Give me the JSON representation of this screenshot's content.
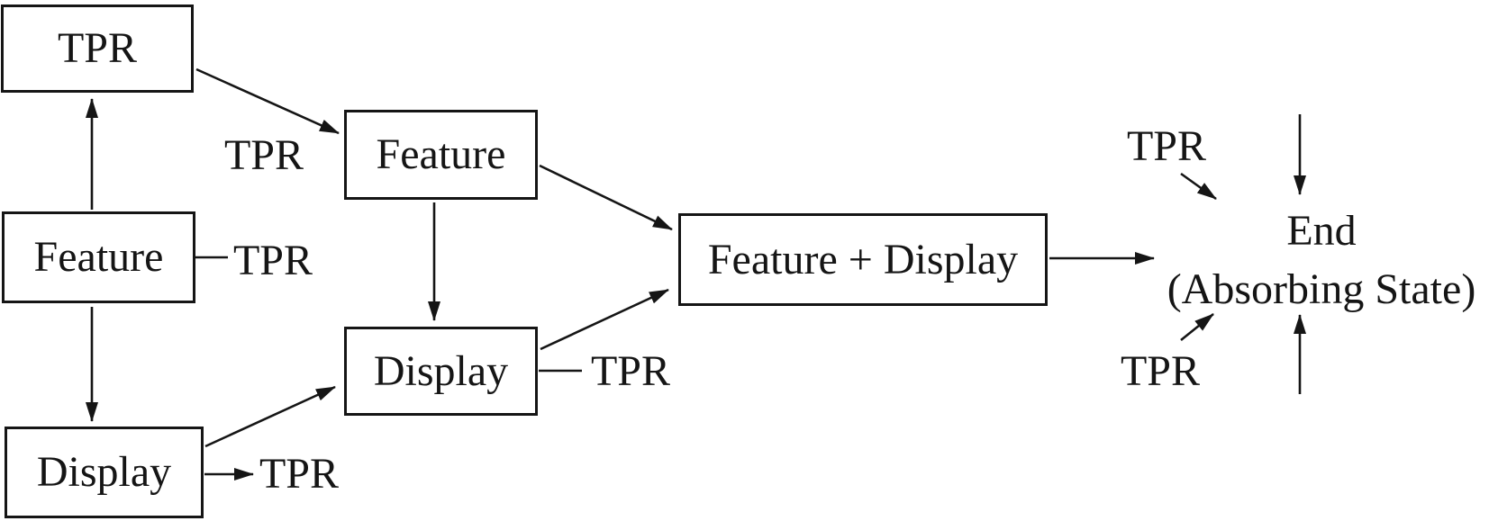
{
  "diagram": {
    "background_color": "#ffffff",
    "line_color": "#151515",
    "text_color": "#151515",
    "boxes": {
      "tpr_start": {
        "label": "TPR"
      },
      "feature_left": {
        "label": "Feature"
      },
      "display_left": {
        "label": "Display"
      },
      "feature_mid": {
        "label": "Feature"
      },
      "display_mid": {
        "label": "Display"
      },
      "feature_display": {
        "label": "Feature + Display"
      }
    },
    "edge_labels": {
      "tpr_on_tpr_to_feature": "TPR",
      "tpr_off_feature_left": "TPR",
      "tpr_off_display_left": "TPR",
      "tpr_off_display_mid": "TPR",
      "tpr_end_top": "TPR",
      "tpr_end_bottom": "TPR"
    },
    "end_state": {
      "title": "End",
      "subtitle": "(Absorbing State)"
    },
    "edges": [
      {
        "from": "feature_left",
        "to": "tpr_start",
        "arrowhead": true
      },
      {
        "from": "tpr_start",
        "to": "feature_mid",
        "arrowhead": true,
        "label": "TPR"
      },
      {
        "from": "feature_left",
        "to": "TPR",
        "arrowhead": false
      },
      {
        "from": "feature_left",
        "to": "display_left",
        "arrowhead": true
      },
      {
        "from": "display_left",
        "to": "TPR",
        "arrowhead": true
      },
      {
        "from": "display_left",
        "to": "display_mid",
        "arrowhead": true
      },
      {
        "from": "feature_mid",
        "to": "display_mid",
        "arrowhead": true
      },
      {
        "from": "display_mid",
        "to": "TPR",
        "arrowhead": false
      },
      {
        "from": "feature_mid",
        "to": "feature_display",
        "arrowhead": true
      },
      {
        "from": "display_mid",
        "to": "feature_display",
        "arrowhead": true
      },
      {
        "from": "feature_display",
        "to": "end",
        "arrowhead": true
      },
      {
        "from": "TPR",
        "to": "end",
        "arrowhead": true,
        "position": "top-left-of-end"
      },
      {
        "from": "above",
        "to": "end",
        "arrowhead": true,
        "position": "top-of-end"
      },
      {
        "from": "TPR",
        "to": "end",
        "arrowhead": true,
        "position": "bottom-left-of-end"
      },
      {
        "from": "below",
        "to": "end",
        "arrowhead": true,
        "position": "bottom-of-end"
      }
    ]
  }
}
